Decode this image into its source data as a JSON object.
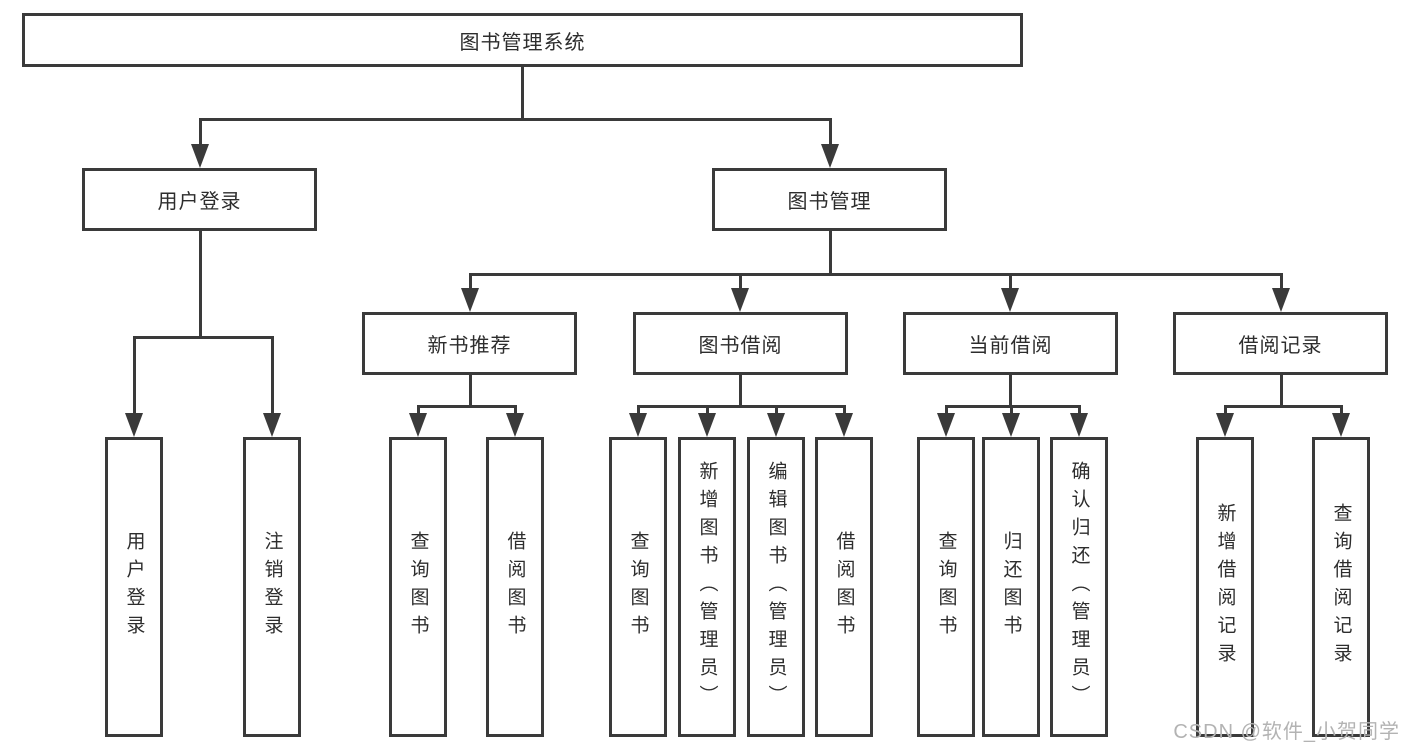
{
  "diagram_title": "图书管理系统",
  "tree": {
    "root": {
      "label": "图书管理系统"
    },
    "branches": [
      {
        "label": "用户登录",
        "children": [
          {
            "label": "用户登录"
          },
          {
            "label": "注销登录"
          }
        ]
      },
      {
        "label": "图书管理",
        "children": [
          {
            "label": "新书推荐",
            "children": [
              {
                "label": "查询图书"
              },
              {
                "label": "借阅图书"
              }
            ]
          },
          {
            "label": "图书借阅",
            "children": [
              {
                "label": "查询图书"
              },
              {
                "label": "新增图书（管理员）"
              },
              {
                "label": "编辑图书（管理员）"
              },
              {
                "label": "借阅图书"
              }
            ]
          },
          {
            "label": "当前借阅",
            "children": [
              {
                "label": "查询图书"
              },
              {
                "label": "归还图书"
              },
              {
                "label": "确认归还（管理员）"
              }
            ]
          },
          {
            "label": "借阅记录",
            "children": [
              {
                "label": "新增借阅记录"
              },
              {
                "label": "查询借阅记录"
              }
            ]
          }
        ]
      }
    ]
  },
  "watermark": {
    "text": "CSDN @软件_小贺同学"
  },
  "colors": {
    "line": "#3a3a3a",
    "text": "#2d2d2d",
    "background": "#ffffff",
    "watermark": "#b3b3b3"
  }
}
